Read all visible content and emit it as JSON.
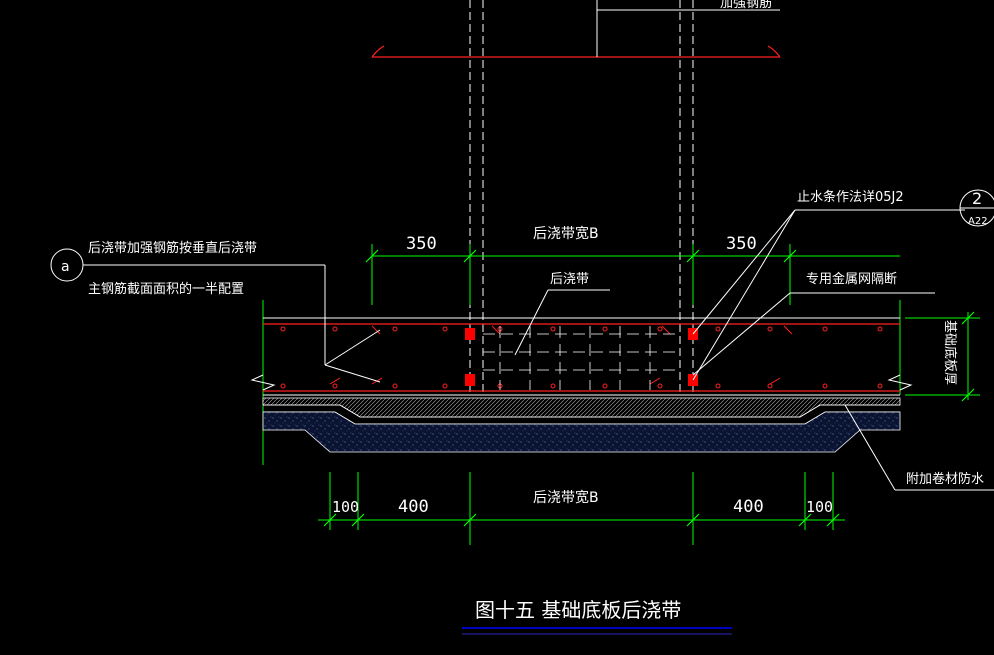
{
  "drawing": {
    "title": "图十五  基础底板后浇带",
    "top_partial_label": "加强钢筋",
    "callout_a": {
      "symbol": "a",
      "line1": "后浇带加强钢筋按垂直后浇带",
      "line2": "主钢筋截面面积的一半配置"
    },
    "waterstop_note": "止水条作法详05J2",
    "detail_ref": {
      "number": "2",
      "sheet": "A22"
    },
    "mesh_note": "专用金属网隔断",
    "band_label": "后浇带",
    "top_dims": {
      "left": "350",
      "center": "后浇带宽B",
      "right": "350"
    },
    "bottom_dims": {
      "d1": "100",
      "d2": "400",
      "center": "后浇带宽B",
      "d3": "400",
      "d4": "100"
    },
    "thickness_label": "基础底板厚",
    "waterproof_note": "附加卷材防水",
    "colors": {
      "background": "#000000",
      "dimension": "#00ff00",
      "rebar": "#ff2020",
      "text": "#ffffff",
      "underline": "#0000ff",
      "concrete": "#1a2a5a"
    }
  }
}
